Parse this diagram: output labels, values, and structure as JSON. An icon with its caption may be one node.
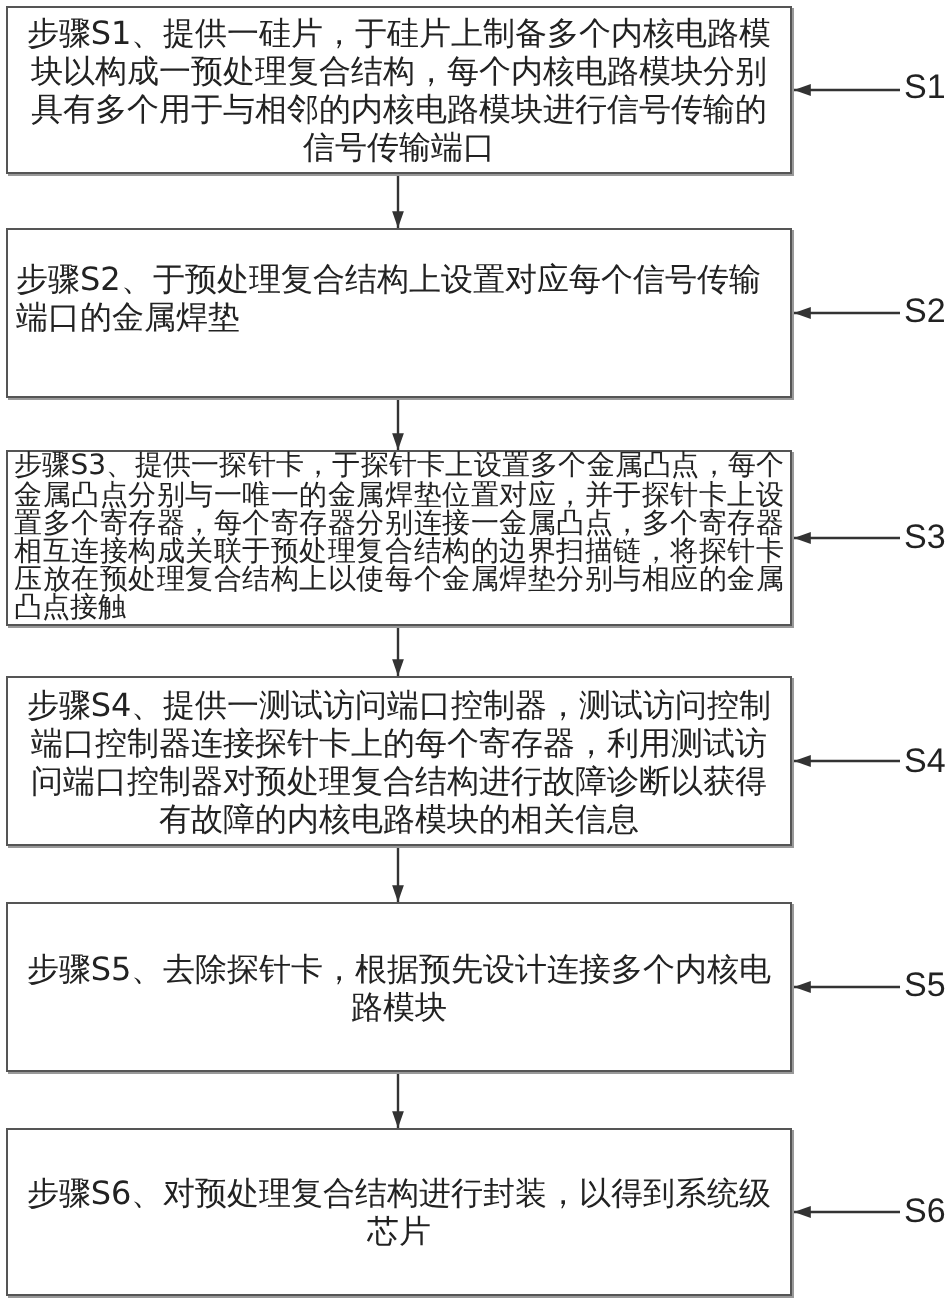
{
  "diagram": {
    "nodes": [
      {
        "text": [
          "步骤S1、提供一硅片，于硅片上制备多个内核电路模块以构成一预处理复合结构，每个内核电路模块分别具有多个用于与相邻的内核电路模块进行信号传输的信号传输端口"
        ]
      },
      {
        "text": [
          "步骤S2、于预处理复合结构上设置对应每个信号传输端口的金属焊垫"
        ]
      },
      {
        "text": [
          "步骤S3、提供一探针卡，于探针卡上设置多个金属凸点，每个金属凸点分别与一唯一的金属焊垫位置对应，并于探针卡上设置多个寄存器，每个寄存器分别连接一金属凸点，多个寄存器相互连接构成关联于预处理复合结构的边界扫描链，将探针卡压放在预处理复合结构上以使每个金属焊垫分别与相应的金属凸点接触"
        ]
      },
      {
        "text": [
          "步骤S4、提供一测试访问端口控制器，测试访问控制端口控制器连接探针卡上的每个寄存器，利用测试访问端口控制器对预处理复合结构进行故障诊断以获得有故障的内核电路模块的相关信息"
        ]
      },
      {
        "text": [
          "步骤S5、去除探针卡，根据预先设计连接多个内核电路模块"
        ]
      },
      {
        "text": [
          "步骤S6、对预处理复合结构进行封装，以得到系统级芯片"
        ]
      },
      {
        "text": [
          "S1"
        ]
      },
      {
        "text": [
          "S2"
        ]
      },
      {
        "text": [
          "S3"
        ]
      },
      {
        "text": [
          "S4"
        ]
      },
      {
        "text": [
          "S5"
        ]
      },
      {
        "text": [
          "S6"
        ]
      }
    ],
    "edges": [
      {
        "from": 0,
        "to": 1,
        "arrow": "to"
      },
      {
        "from": 1,
        "to": 2,
        "arrow": "to"
      },
      {
        "from": 2,
        "to": 3,
        "arrow": "to"
      },
      {
        "from": 3,
        "to": 4,
        "arrow": "to"
      },
      {
        "from": 4,
        "to": 5,
        "arrow": "to"
      },
      {
        "from": 6,
        "to": 0,
        "arrow": "to"
      },
      {
        "from": 7,
        "to": 1,
        "arrow": "to"
      },
      {
        "from": 8,
        "to": 2,
        "arrow": "to"
      },
      {
        "from": 9,
        "to": 3,
        "arrow": "to"
      },
      {
        "from": 10,
        "to": 4,
        "arrow": "to"
      },
      {
        "from": 11,
        "to": 5,
        "arrow": "to"
      }
    ]
  }
}
